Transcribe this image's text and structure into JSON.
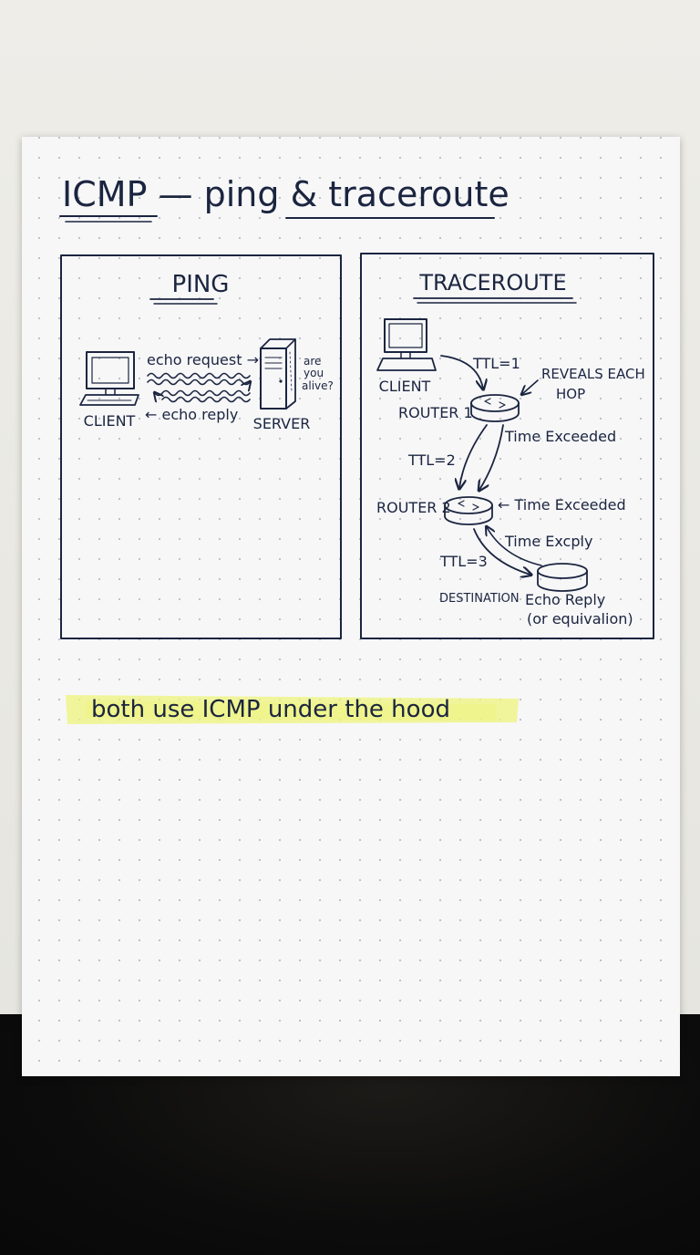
{
  "title": "ICMP — ping & traceroute",
  "ping": {
    "heading": "PING",
    "client_label": "CLIENT",
    "server_label": "SERVER",
    "request_label": "echo request →",
    "reply_label": "← echo reply",
    "speech_lines": [
      "are",
      "you",
      "alive?"
    ]
  },
  "traceroute": {
    "heading": "TRACEROUTE",
    "client_label": "CLIENT",
    "ttl1": "TTL=1",
    "ttl2": "TTL=2",
    "ttl3": "TTL=3",
    "reveals_line1": "REVEALS EACH",
    "reveals_line2": "HOP",
    "router1_label": "ROUTER 1",
    "router2_label": "ROUTER 2",
    "time_exceeded_1": "Time Exceeded",
    "time_exceeded_2": "← Time Exceeded",
    "time_excply": "Time Excply",
    "destination_label": "DESTINATION",
    "echo_reply_line1": "Echo Reply",
    "echo_reply_line2": "(or equivalion)"
  },
  "footer_note": "both use ICMP under the hood",
  "colors": {
    "ink": "#1b2540",
    "highlight": "#f1f59b",
    "paper": "#f7f7f8"
  }
}
